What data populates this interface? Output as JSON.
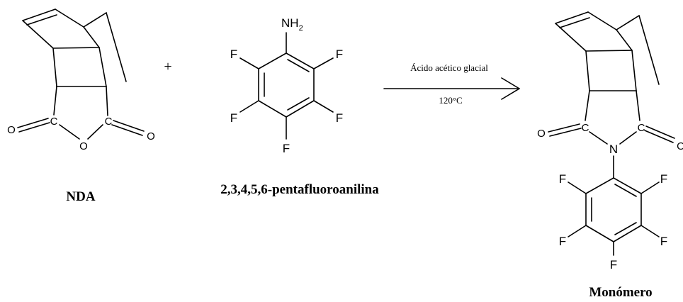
{
  "reagent_1": {
    "name": "NDA",
    "atoms": {
      "O": "O",
      "C": "C"
    }
  },
  "reagent_2": {
    "name": "2,3,4,5,6-pentafluoroanilina",
    "atoms": {
      "NH": "NH",
      "H2_sub": "2",
      "F": "F"
    }
  },
  "plus_sign": "+",
  "arrow": {
    "condition_top": "Ácido acético glacial",
    "condition_bottom": "120°C"
  },
  "product": {
    "name": "Monómero",
    "atoms": {
      "O": "O",
      "C": "C",
      "N": "N",
      "F": "F"
    }
  }
}
